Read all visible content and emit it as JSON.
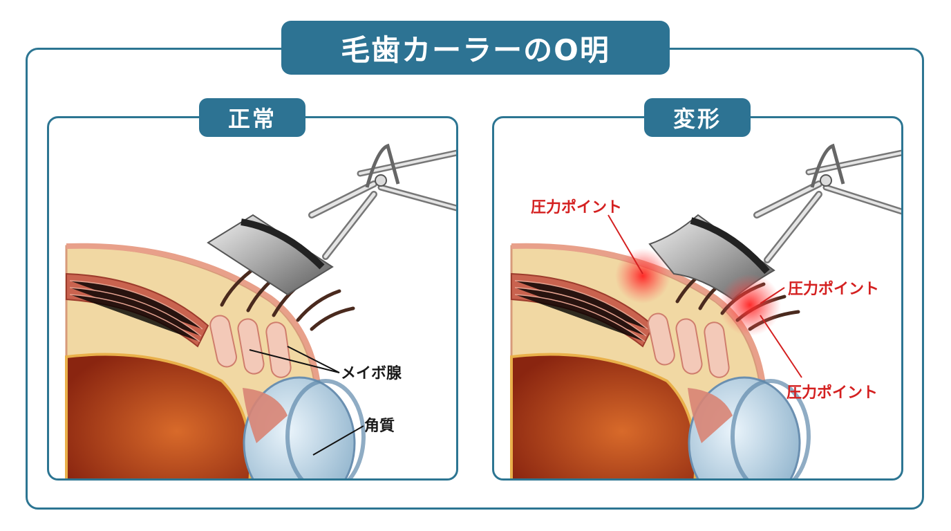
{
  "title": "毛歯カーラーのO明",
  "panels": {
    "normal": {
      "label": "正常",
      "annotations": {
        "meibo": "メイボ腺",
        "cornea": "角質"
      }
    },
    "deformed": {
      "label": "変形",
      "annotations": {
        "pressure_1": "圧力ポイント",
        "pressure_2": "圧力ポイント",
        "pressure_3": "圧力ポイント"
      }
    }
  },
  "colors": {
    "accent": "#2d7393",
    "pressure": "#d42020"
  }
}
